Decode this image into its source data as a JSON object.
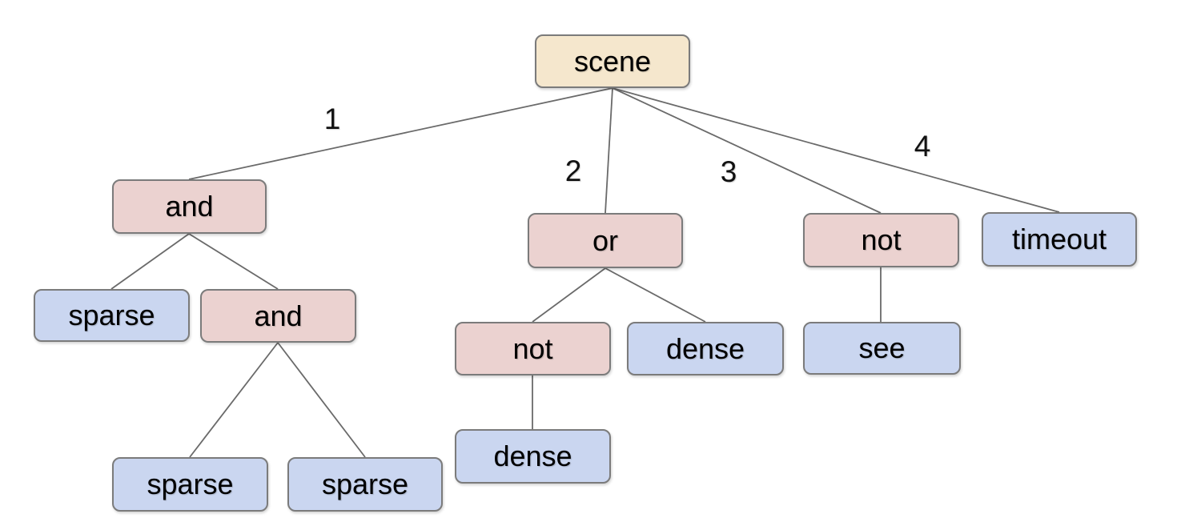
{
  "diagram": {
    "type": "tree",
    "background": "#ffffff",
    "colors": {
      "root_fill": "#f5e7cd",
      "operator_fill": "#ebd2d0",
      "leaf_fill": "#cad6f0",
      "node_border": "#7b7b7b",
      "edge_line": "#6a6a6a",
      "text": "#000000"
    }
  },
  "nodes": [
    {
      "id": "scene",
      "label": "scene",
      "role": "root"
    },
    {
      "id": "and-1",
      "label": "and",
      "role": "operator"
    },
    {
      "id": "or-1",
      "label": "or",
      "role": "operator"
    },
    {
      "id": "not-1",
      "label": "not",
      "role": "operator"
    },
    {
      "id": "timeout",
      "label": "timeout",
      "role": "leaf"
    },
    {
      "id": "sparse-1",
      "label": "sparse",
      "role": "leaf"
    },
    {
      "id": "and-2",
      "label": "and",
      "role": "operator"
    },
    {
      "id": "not-2",
      "label": "not",
      "role": "operator"
    },
    {
      "id": "dense-1",
      "label": "dense",
      "role": "leaf"
    },
    {
      "id": "see",
      "label": "see",
      "role": "leaf"
    },
    {
      "id": "sparse-2",
      "label": "sparse",
      "role": "leaf"
    },
    {
      "id": "sparse-3",
      "label": "sparse",
      "role": "leaf"
    },
    {
      "id": "dense-2",
      "label": "dense",
      "role": "leaf"
    }
  ],
  "edge_labels": [
    "1",
    "2",
    "3",
    "4"
  ],
  "tree": {
    "label": "scene",
    "children": [
      {
        "edge_label": "1",
        "label": "and",
        "children": [
          {
            "label": "sparse"
          },
          {
            "label": "and",
            "children": [
              {
                "label": "sparse"
              },
              {
                "label": "sparse"
              }
            ]
          }
        ]
      },
      {
        "edge_label": "2",
        "label": "or",
        "children": [
          {
            "label": "not",
            "children": [
              {
                "label": "dense"
              }
            ]
          },
          {
            "label": "dense"
          }
        ]
      },
      {
        "edge_label": "3",
        "label": "not",
        "children": [
          {
            "label": "see"
          }
        ]
      },
      {
        "edge_label": "4",
        "label": "timeout"
      }
    ]
  }
}
